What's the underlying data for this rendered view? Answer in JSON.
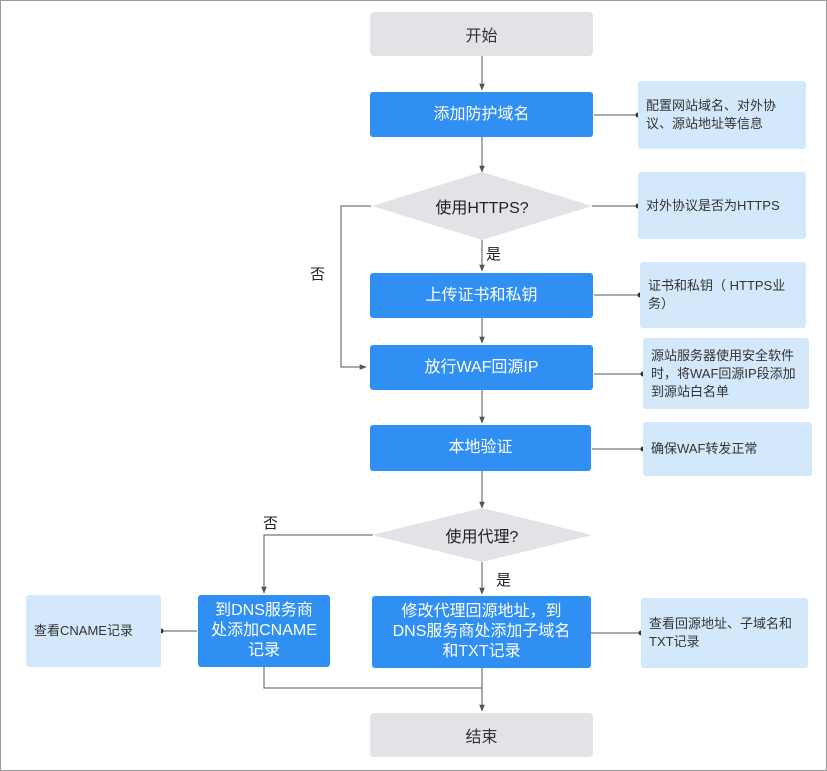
{
  "start": "开始",
  "end": "结束",
  "steps": {
    "add_domain": "添加防护域名",
    "upload_cert": "上传证书和私钥",
    "allow_waf_ip": "放行WAF回源IP",
    "local_verify": "本地验证",
    "modify_proxy": "修改代理回源地址，到DNS服务商处添加子域名和TXT记录",
    "add_cname": "到DNS服务商处添加CNAME记录"
  },
  "decisions": {
    "use_https": "使用HTTPS?",
    "use_proxy": "使用代理?"
  },
  "notes": {
    "add_domain": "配置网站域名、对外协议、源站地址等信息",
    "use_https": "对外协议是否为HTTPS",
    "upload_cert": "证书和私钥（ HTTPS业务）",
    "allow_waf_ip": "源站服务器使用安全软件时，将WAF回源IP段添加到源站白名单",
    "local_verify": "确保WAF转发正常",
    "modify_proxy": "查看回源地址、子域名和TXT记录",
    "add_cname": "查看CNAME记录"
  },
  "labels": {
    "yes_https": "是",
    "no_https": "否",
    "yes_proxy": "是",
    "no_proxy": "否"
  },
  "colors": {
    "step_fill": "#2f8ff2",
    "terminal_fill": "#e1e3e6",
    "decision_fill": "#e1e3e6",
    "note_fill": "#d3e8fa",
    "connector": "#555555"
  }
}
